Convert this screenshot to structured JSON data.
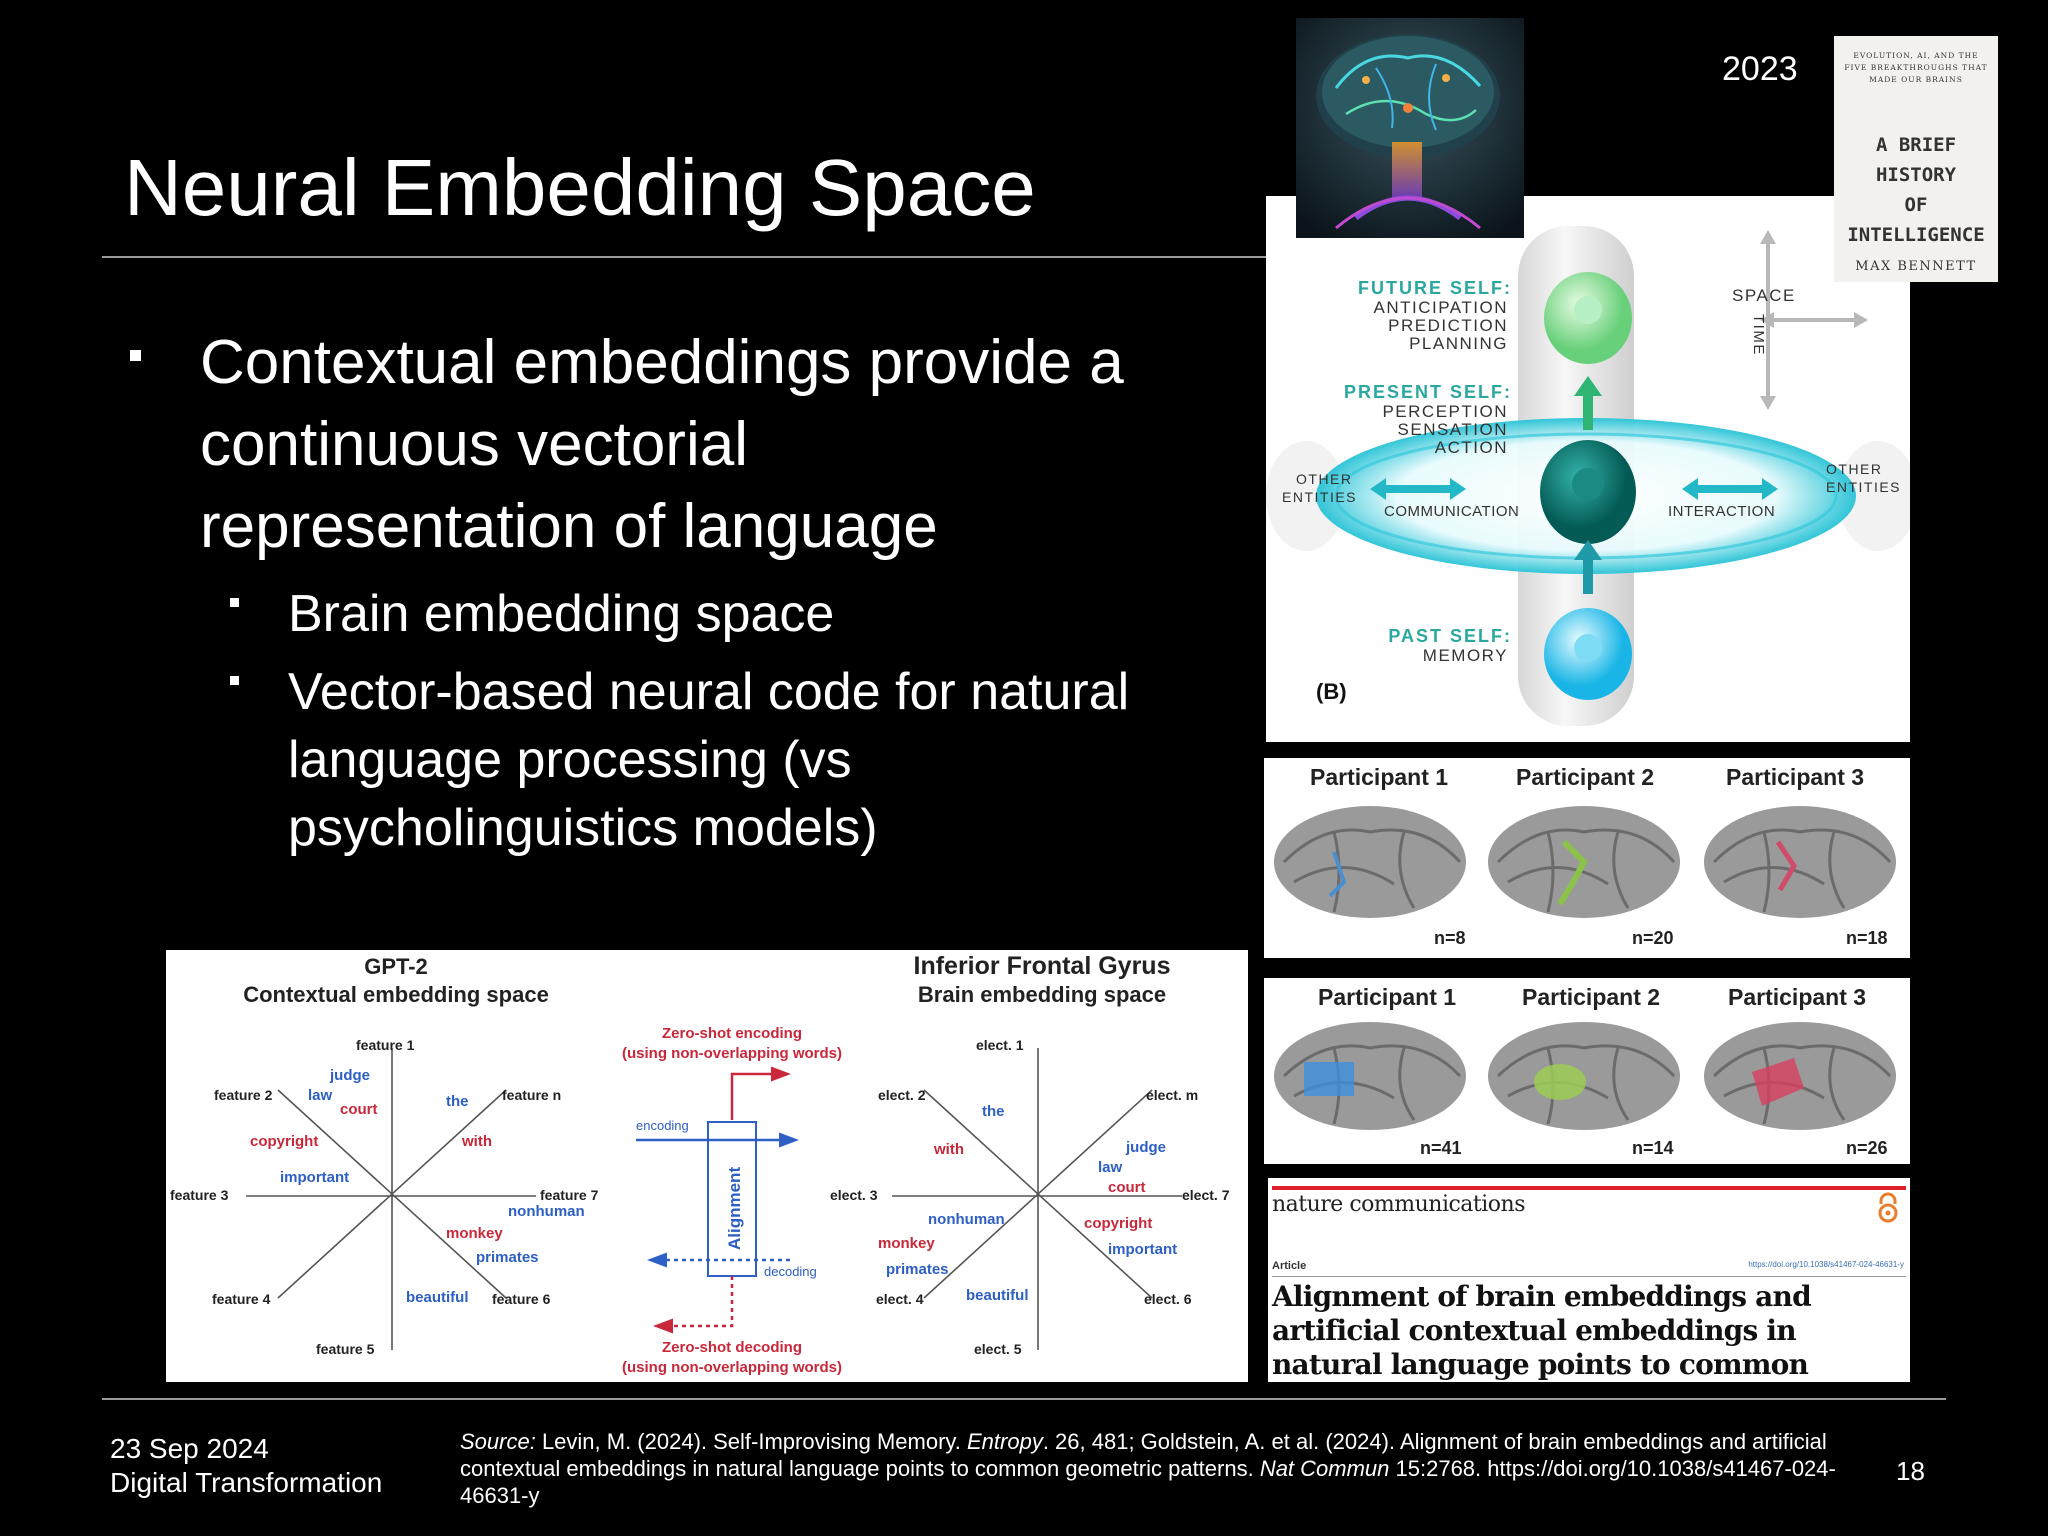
{
  "slide": {
    "year": "2023",
    "title": "Neural Embedding Space",
    "bullets": [
      {
        "text": "Contextual embeddings provide a continuous vectorial representation of language",
        "level": 1
      },
      {
        "text": "Brain embedding space",
        "level": 2
      },
      {
        "text": "Vector-based neural code for natural language processing (vs psycholinguistics models)",
        "level": 2
      }
    ],
    "footer": {
      "date": "23 Sep 2024",
      "course": "Digital Transformation",
      "page": "18",
      "source_label": "Source:",
      "source_text_1": " Levin, M. (2024). Self-Improvising Memory. ",
      "source_journal_1": "Entropy",
      "source_text_2": ". 26, 481; Goldstein, A. et al. (2024). Alignment of brain embeddings and artificial contextual embeddings in natural language points to common geometric patterns. ",
      "source_journal_2": "Nat Commun",
      "source_text_3": " 15:2768. https://doi.org/10.1038/s41467-024-46631-y"
    }
  },
  "book": {
    "subtitle": "EVOLUTION, AI, AND THE FIVE BREAKTHROUGHS THAT MADE OUR BRAINS",
    "title_1": "A BRIEF HISTORY",
    "title_2": "OF INTELLIGENCE",
    "author": "MAX BENNETT"
  },
  "self_diagram": {
    "future_head": "FUTURE SELF:",
    "future_items": [
      "ANTICIPATION",
      "PREDICTION",
      "PLANNING"
    ],
    "present_head": "PRESENT SELF:",
    "present_items": [
      "PERCEPTION",
      "SENSATION",
      "ACTION"
    ],
    "past_head": "PAST SELF:",
    "past_items": [
      "MEMORY"
    ],
    "other_left_1": "OTHER",
    "other_left_2": "ENTITIES",
    "other_right_1": "OTHER",
    "other_right_2": "ENTITIES",
    "communication": "COMMUNICATION",
    "interaction": "INTERACTION",
    "space": "SPACE",
    "time": "TIME",
    "panel_label": "(B)"
  },
  "participants": [
    {
      "labels": [
        "Participant 1",
        "Participant 2",
        "Participant 3"
      ],
      "counts": [
        "n=8",
        "n=20",
        "n=18"
      ],
      "colors": [
        "#4a8fd0",
        "#8ac24a",
        "#d04a6a"
      ]
    },
    {
      "labels": [
        "Participant 1",
        "Participant 2",
        "Participant 3"
      ],
      "counts": [
        "n=41",
        "n=14",
        "n=26"
      ],
      "colors": [
        "#3d8fe0",
        "#9ccc55",
        "#d8405f"
      ]
    }
  ],
  "nature": {
    "masthead": "nature communications",
    "article_label": "Article",
    "doi": "https://doi.org/10.1038/s41467-024-46631-y",
    "headline": "Alignment of brain embeddings and artificial contextual embeddings in natural language points to common geometric patterns"
  },
  "embedding_figure": {
    "left_title": "GPT-2",
    "left_subtitle": "Contextual embedding space",
    "right_title": "Inferior Frontal Gyrus",
    "right_subtitle": "Brain embedding space",
    "left_axes": [
      "feature 1",
      "feature 2",
      "feature n",
      "feature 3",
      "feature 7",
      "feature 4",
      "feature 6",
      "feature 5"
    ],
    "right_axes": [
      "elect. 1",
      "elect. 2",
      "elect. m",
      "elect. 3",
      "elect. 7",
      "elect. 4",
      "elect. 6",
      "elect. 5"
    ],
    "left_words": [
      {
        "w": "judge",
        "c": "blue"
      },
      {
        "w": "law",
        "c": "blue"
      },
      {
        "w": "court",
        "c": "red"
      },
      {
        "w": "the",
        "c": "blue"
      },
      {
        "w": "copyright",
        "c": "red"
      },
      {
        "w": "with",
        "c": "red"
      },
      {
        "w": "important",
        "c": "blue"
      },
      {
        "w": "nonhuman",
        "c": "blue"
      },
      {
        "w": "monkey",
        "c": "red"
      },
      {
        "w": "primates",
        "c": "blue"
      },
      {
        "w": "beautiful",
        "c": "blue"
      }
    ],
    "right_words": [
      {
        "w": "the",
        "c": "blue"
      },
      {
        "w": "with",
        "c": "red"
      },
      {
        "w": "judge",
        "c": "blue"
      },
      {
        "w": "law",
        "c": "blue"
      },
      {
        "w": "court",
        "c": "red"
      },
      {
        "w": "nonhuman",
        "c": "blue"
      },
      {
        "w": "copyright",
        "c": "red"
      },
      {
        "w": "monkey",
        "c": "red"
      },
      {
        "w": "important",
        "c": "blue"
      },
      {
        "w": "primates",
        "c": "blue"
      },
      {
        "w": "beautiful",
        "c": "blue"
      }
    ],
    "zs_encoding_1": "Zero-shot encoding",
    "zs_encoding_2": "(using non-overlapping words)",
    "encoding": "encoding",
    "alignment": "Alignment",
    "decoding": "decoding",
    "zs_decoding_1": "Zero-shot decoding",
    "zs_decoding_2": "(using non-overlapping words)",
    "colors": {
      "blue": "#2d5fc4",
      "red": "#c8283a"
    }
  }
}
